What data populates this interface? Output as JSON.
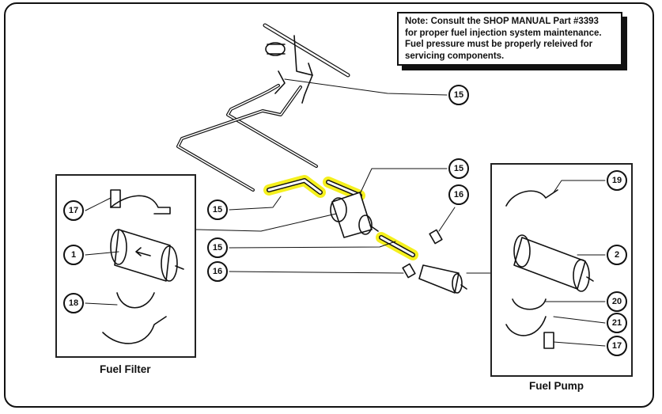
{
  "note": {
    "lines": [
      "Note: Consult the SHOP MANUAL  Part #3393",
      "for proper fuel injection system maintenance.",
      "Fuel pressure must be properly releived for",
      "servicing  components."
    ]
  },
  "panels": {
    "filter": {
      "caption": "Fuel Filter"
    },
    "pump": {
      "caption": "Fuel Pump"
    }
  },
  "callouts": {
    "top_hose": "15",
    "upper_right_hose": "15",
    "left_hose": "15",
    "middle_hose": "15",
    "left_fitting": "16",
    "right_fitting": "16",
    "filter_sender": "17",
    "filter_body": "1",
    "filter_bracket": "18",
    "pump_upper_bracket": "19",
    "pump_body": "2",
    "pump_lower_clamp": "20",
    "pump_lower_bracket": "21",
    "pump_sender": "17"
  },
  "colors": {
    "highlight": "#f5f01e",
    "ink": "#111111"
  }
}
